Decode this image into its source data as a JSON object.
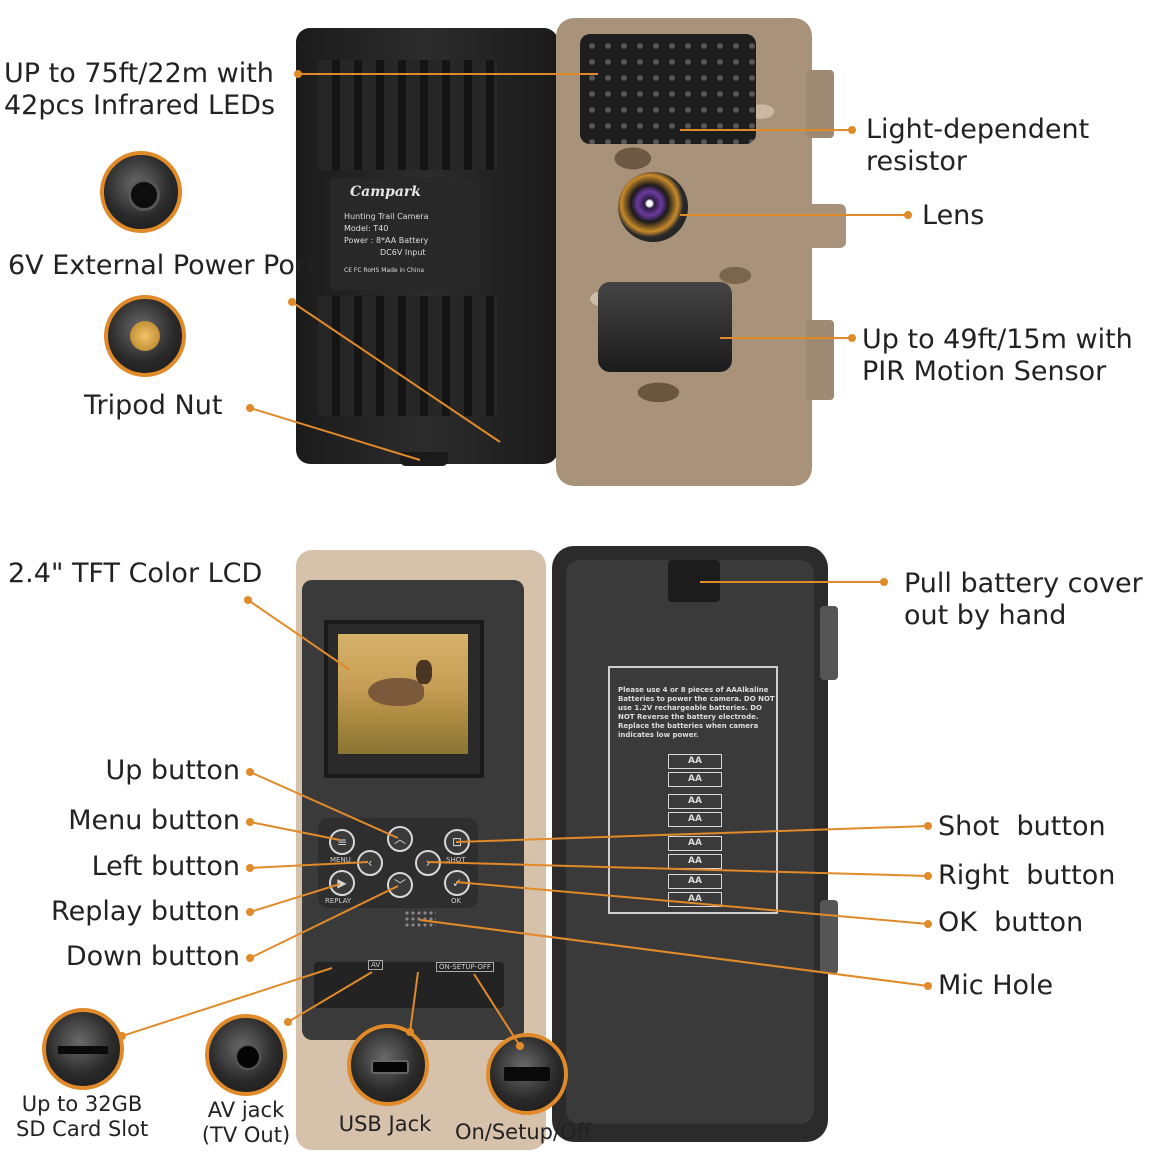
{
  "brand": "Campark",
  "product_label": {
    "line1": "Hunting Trail Camera",
    "line2": "Model: T40",
    "line3": "Power : 8*AA Battery",
    "line4": "DC6V Input",
    "line5": "CE FC RoHS    Made in China"
  },
  "callouts_top": {
    "infrared": "UP to 75ft/22m with\n42pcs Infrared LEDs",
    "power_port": "6V External Power Port",
    "tripod": "Tripod Nut",
    "ldr": "Light-dependent\nresistor",
    "lens": "Lens",
    "pir": "Up to 49ft/15m with\nPIR Motion Sensor"
  },
  "callouts_bottom": {
    "lcd": "2.4\" TFT Color LCD",
    "up": "Up button",
    "menu": "Menu button",
    "left": "Left button",
    "replay": "Replay button",
    "down": "Down button",
    "battery_cover": "Pull battery cover\nout by hand",
    "shot": "Shot  button",
    "right": "Right  button",
    "ok": "OK  button",
    "mic": "Mic Hole"
  },
  "ports": {
    "sd": "Up to 32GB\nSD Card Slot",
    "av": "AV jack\n(TV Out)",
    "usb": "USB Jack",
    "switch": "On/Setup/Off"
  },
  "camera_buttons": {
    "menu": "MENU",
    "shot": "SHOT",
    "replay": "REPLAY",
    "ok": "OK",
    "av": "AV",
    "switch": "ON-SETUP-OFF"
  },
  "battery_instructions": "Please use 4 or 8 pieces of AAAlkaline Batteries to power the camera. DO NOT use 1.2V rechargeable batteries. DO NOT Reverse the battery electrode. Replace the batteries when camera indicates low power.",
  "battery_cell": "AA",
  "colors": {
    "accent": "#e08a2a",
    "camo_base": "#a8927a",
    "body_dark": "#1d1d1d"
  }
}
